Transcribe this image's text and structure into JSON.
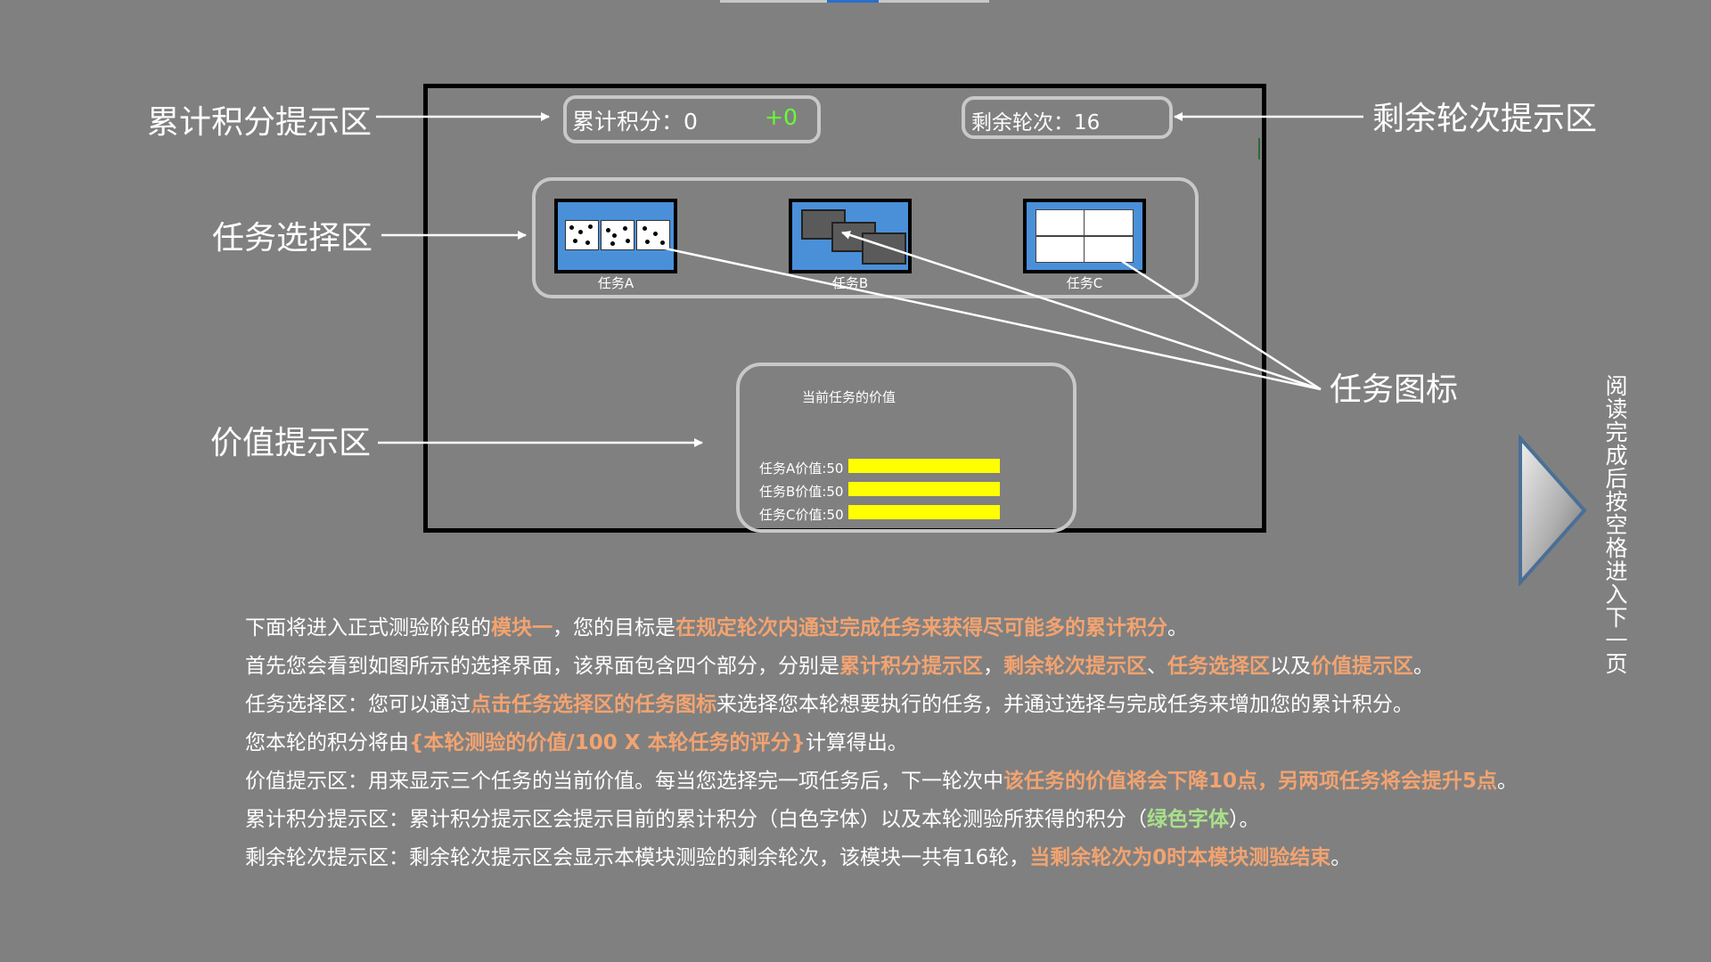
{
  "colors": {
    "background": "#808080",
    "highlight": "#f2a370",
    "green": "#a8e08a",
    "bar": "#ffff00",
    "score_gain": "#66ff33"
  },
  "icons": [
    "triangle-right-icon"
  ],
  "callouts": {
    "score_area": "累计积分提示区",
    "rounds_area": "剩余轮次提示区",
    "task_area": "任务选择区",
    "task_icon": "任务图标",
    "value_area": "价值提示区"
  },
  "screen": {
    "score_label": "累计积分：0",
    "score_gain": "+0",
    "rounds_label": "剩余轮次：16",
    "tasks": [
      {
        "label": "任务A"
      },
      {
        "label": "任务B"
      },
      {
        "label": "任务C"
      }
    ],
    "value_title": "当前任务的价值",
    "values": [
      {
        "label": "任务A价值:50",
        "value": 50
      },
      {
        "label": "任务B价值:50",
        "value": 50
      },
      {
        "label": "任务C价值:50",
        "value": 50
      }
    ]
  },
  "next_hint": "阅读完成后按空格进入下一页",
  "description": {
    "l1": [
      "下面将进入正式测验阶段的",
      "模块一",
      "，您的目标是",
      "在规定轮次内通过完成任务来获得尽可能多的累计积分",
      "。"
    ],
    "l2": [
      "首先您会看到如图所示的选择界面，该界面包含四个部分，分别是",
      "累计积分提示区",
      "，",
      "剩余轮次提示区",
      "、",
      "任务选择区",
      "以及",
      "价值提示区",
      "。"
    ],
    "l3": [
      "任务选择区：您可以通过",
      "点击任务选择区的任务图标",
      "来选择您本轮想要执行的任务，并通过选择与完成任务来增加您的累计积分。"
    ],
    "l4": [
      "您本轮的积分将由",
      "{本轮测验的价值/100 X 本轮任务的评分}",
      "计算得出。"
    ],
    "l5": [
      "价值提示区：用来显示三个任务的当前价值。每当您选择完一项任务后，下一轮次中",
      "该任务的价值将会下降10点，另两项任务将会提升5点",
      "。"
    ],
    "l6": [
      "累计积分提示区：累计积分提示区会提示目前的累计积分（白色字体）以及本轮测验所获得的积分（",
      "绿色字体",
      "）。"
    ],
    "l7": [
      "剩余轮次提示区：剩余轮次提示区会显示本模块测验的剩余轮次，该模块一共有16轮，",
      "当剩余轮次为0时本模块测验结束",
      "。"
    ]
  }
}
